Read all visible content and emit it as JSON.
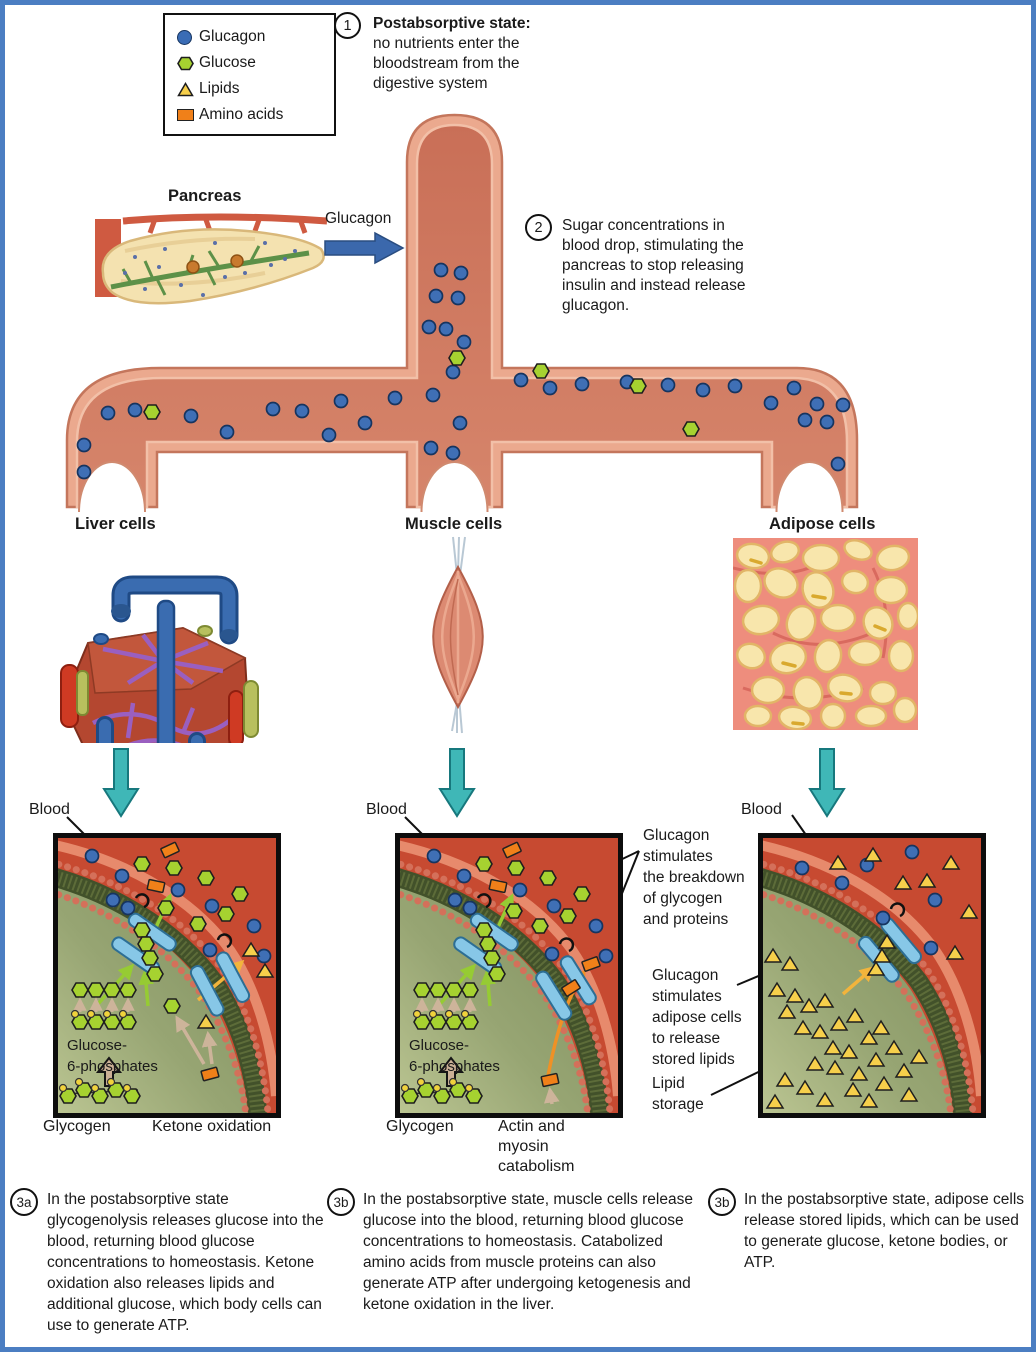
{
  "legend": {
    "items": [
      {
        "label": "Glucagon",
        "icon": "glucagon-circle-icon",
        "color": "#3a6cb5"
      },
      {
        "label": "Glucose",
        "icon": "glucose-hexagon-icon",
        "color": "#a6d230"
      },
      {
        "label": "Lipids",
        "icon": "lipid-triangle-icon",
        "color": "#f6cf4b"
      },
      {
        "label": "Amino acids",
        "icon": "amino-acid-rect-icon",
        "color": "#f08019"
      }
    ]
  },
  "steps": {
    "step1": {
      "number": "1",
      "title": "Postabsorptive state:",
      "body": "no nutrients enter the\nbloodstream from the\ndigestive system"
    },
    "step2": {
      "number": "2",
      "body": "Sugar concentrations in\nblood drop, stimulating the\npancreas to stop releasing\ninsulin and instead release\nglucagon."
    },
    "step3a": {
      "number": "3a",
      "body": "In the postabsorptive state glycogenolysis releases glucose into the blood, returning blood glucose concentrations to homeostasis. Ketone oxidation also releases lipids and additional glucose, which body cells can use to generate ATP."
    },
    "step3b_muscle": {
      "number": "3b",
      "body": "In the postabsorptive state, muscle cells release glucose into the blood, returning blood glucose concentrations to homeostasis. Catabolized amino acids from muscle proteins can also generate ATP after undergoing ketogenesis and ketone oxidation in the liver."
    },
    "step3b_adipose": {
      "number": "3b",
      "body": "In the postabsorptive state, adipose cells release stored lipids, which can be used to generate glucose, ketone bodies, or ATP."
    }
  },
  "pancreas": {
    "label": "Pancreas",
    "hormone_label": "Glucagon"
  },
  "cells": {
    "liver_label": "Liver cells",
    "muscle_label": "Muscle cells",
    "adipose_label": "Adipose cells"
  },
  "panels": {
    "liver": {
      "blood_label": "Blood",
      "inner_label": "Glucose-\n6-phosphates",
      "label_left": "Glycogen",
      "label_right": "Ketone oxidation"
    },
    "muscle": {
      "blood_label": "Blood",
      "inner_label": "Glucose-\n6-phosphates",
      "label_left": "Glycogen",
      "label_right": "Actin and\nmyosin\ncatabolism"
    },
    "adipose": {
      "blood_label": "Blood"
    }
  },
  "annotations": {
    "breakdown": "Glucagon\nstimulates\nthe breakdown\nof glycogen\nand proteins",
    "adipose_release": "Glucagon\nstimulates\nadipose cells\nto release\nstored lipids",
    "lipid_storage": "Lipid\nstorage"
  },
  "colors": {
    "frame_border": "#4b7ec2",
    "blood_red": "#c74a31",
    "cell_green": "#8d9c6b",
    "vessel_body": "#cb7058",
    "vessel_rim": "#eba98e",
    "teal_arrow": "#3fb7b7",
    "channel_blue": "#87c7e7"
  }
}
